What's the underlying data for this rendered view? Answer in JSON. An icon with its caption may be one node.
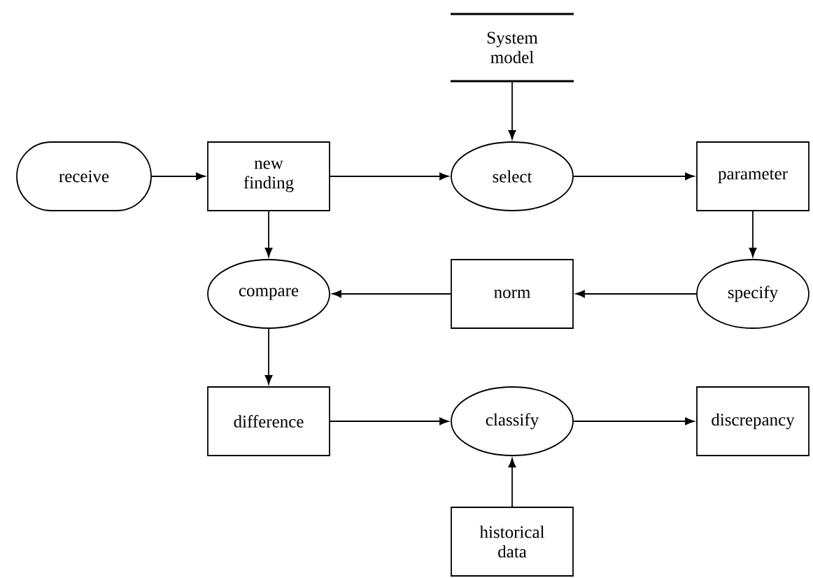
{
  "diagram": {
    "nodes": [
      {
        "text": [
          "System model"
        ]
      },
      {
        "text": [
          "receive"
        ]
      },
      {
        "text": [
          "new finding"
        ]
      },
      {
        "text": [
          "select"
        ]
      },
      {
        "text": [
          "parameter"
        ]
      },
      {
        "text": [
          "compare"
        ]
      },
      {
        "text": [
          "norm"
        ]
      },
      {
        "text": [
          "specify"
        ]
      },
      {
        "text": [
          "difference"
        ]
      },
      {
        "text": [
          "classify"
        ]
      },
      {
        "text": [
          "discrepancy"
        ]
      },
      {
        "text": [
          "historical data"
        ]
      }
    ],
    "edges": [
      {
        "from": 0,
        "to": 3,
        "arrow": "to"
      },
      {
        "from": 1,
        "to": 2,
        "arrow": "to"
      },
      {
        "from": 2,
        "to": 3,
        "arrow": "to"
      },
      {
        "from": 3,
        "to": 4,
        "arrow": "to"
      },
      {
        "from": 2,
        "to": 5,
        "arrow": "to"
      },
      {
        "from": 4,
        "to": 7,
        "arrow": "to"
      },
      {
        "from": 7,
        "to": 6,
        "arrow": "to"
      },
      {
        "from": 6,
        "to": 5,
        "arrow": "to"
      },
      {
        "from": 5,
        "to": 8,
        "arrow": "to"
      },
      {
        "from": 8,
        "to": 9,
        "arrow": "to"
      },
      {
        "from": 9,
        "to": 10,
        "arrow": "to"
      },
      {
        "from": 11,
        "to": 9,
        "arrow": "to"
      }
    ]
  }
}
